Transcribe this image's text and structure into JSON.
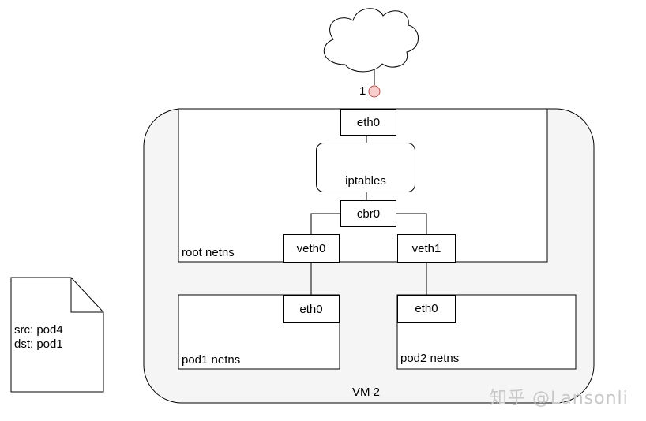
{
  "vm": {
    "label": "VM 2"
  },
  "link_marker": {
    "label": "1"
  },
  "root_ns": {
    "label": "root netns",
    "eth0": "eth0",
    "iptables": "iptables",
    "bridge": "cbr0",
    "veth0": "veth0",
    "veth1": "veth1"
  },
  "pod1_ns": {
    "label": "pod1 netns",
    "eth0": "eth0"
  },
  "pod2_ns": {
    "label": "pod2 netns",
    "eth0": "eth0"
  },
  "packet": {
    "src": "src: pod4",
    "dst": "dst: pod1"
  },
  "watermark": "知乎 @Lansonli",
  "colors": {
    "vm_fill": "#f5f5f5",
    "marker_fill": "#f8cecc",
    "marker_stroke": "#b85450"
  }
}
